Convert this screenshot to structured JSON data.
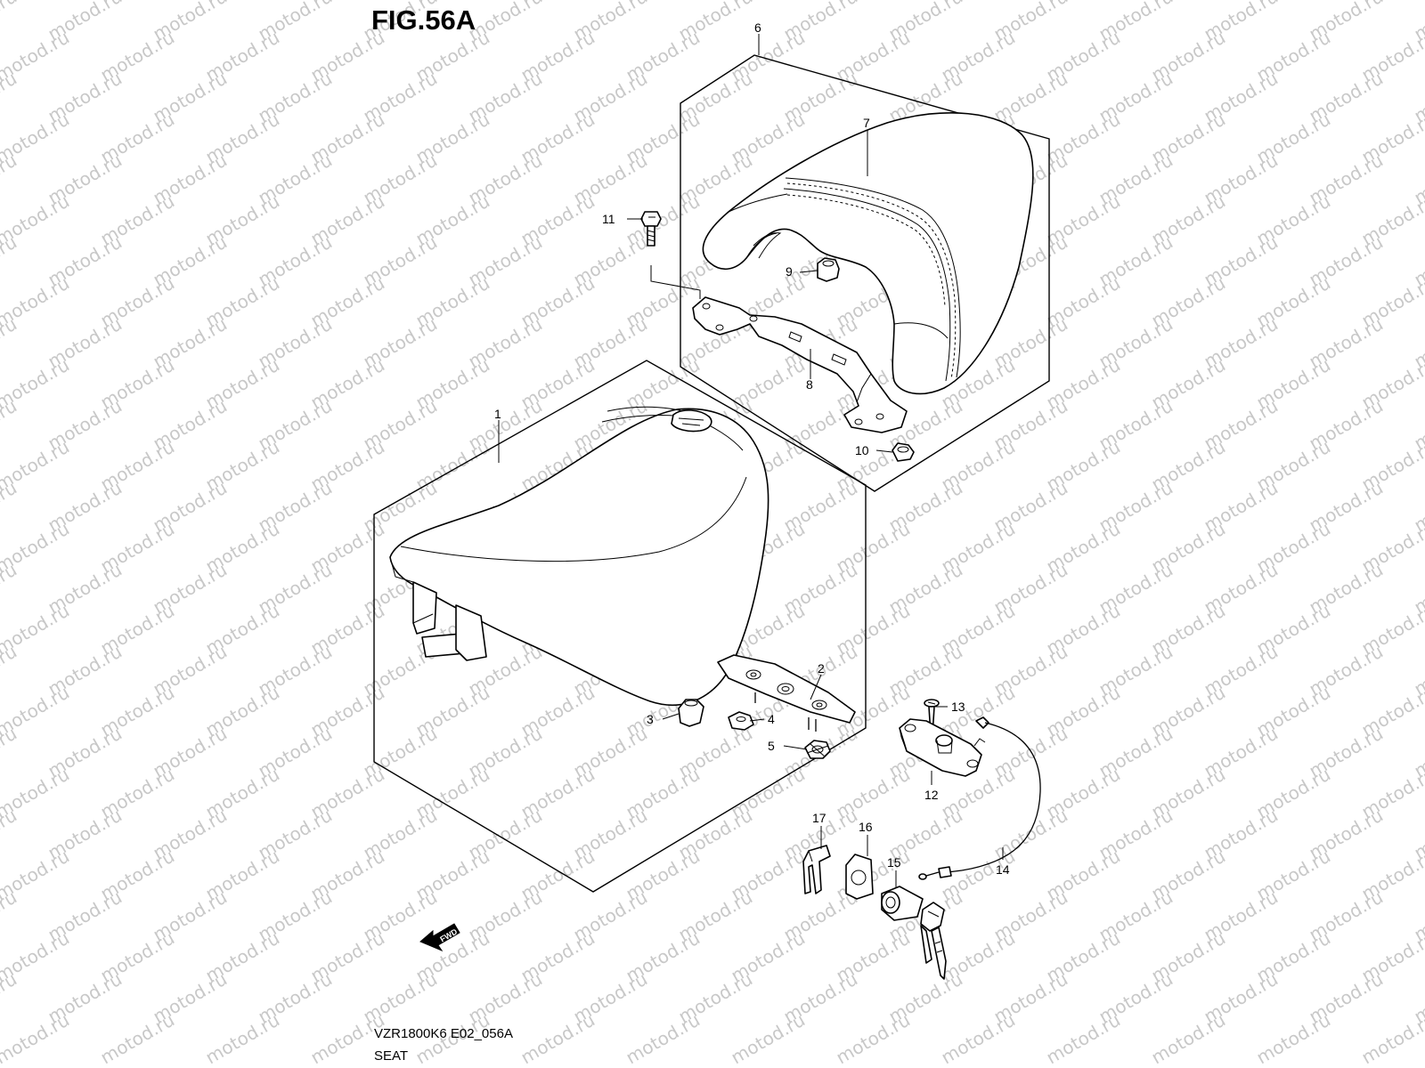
{
  "figure": {
    "title": "FIG.56A",
    "model_code": "VZR1800K6 E02_056A",
    "section": "SEAT",
    "fwd_label": "FWD"
  },
  "watermark": {
    "text": "motod.ru",
    "color": "#c8c8c8"
  },
  "callouts": [
    {
      "id": "1",
      "text": "1"
    },
    {
      "id": "2",
      "text": "2"
    },
    {
      "id": "3",
      "text": "3"
    },
    {
      "id": "4",
      "text": "4"
    },
    {
      "id": "5",
      "text": "5"
    },
    {
      "id": "6",
      "text": "6"
    },
    {
      "id": "7",
      "text": "7"
    },
    {
      "id": "8",
      "text": "8"
    },
    {
      "id": "9",
      "text": "9"
    },
    {
      "id": "10",
      "text": "10"
    },
    {
      "id": "11",
      "text": "11"
    },
    {
      "id": "12",
      "text": "12"
    },
    {
      "id": "13",
      "text": "13"
    },
    {
      "id": "14",
      "text": "14"
    },
    {
      "id": "15",
      "text": "15"
    },
    {
      "id": "16",
      "text": "16"
    },
    {
      "id": "17",
      "text": "17"
    }
  ]
}
